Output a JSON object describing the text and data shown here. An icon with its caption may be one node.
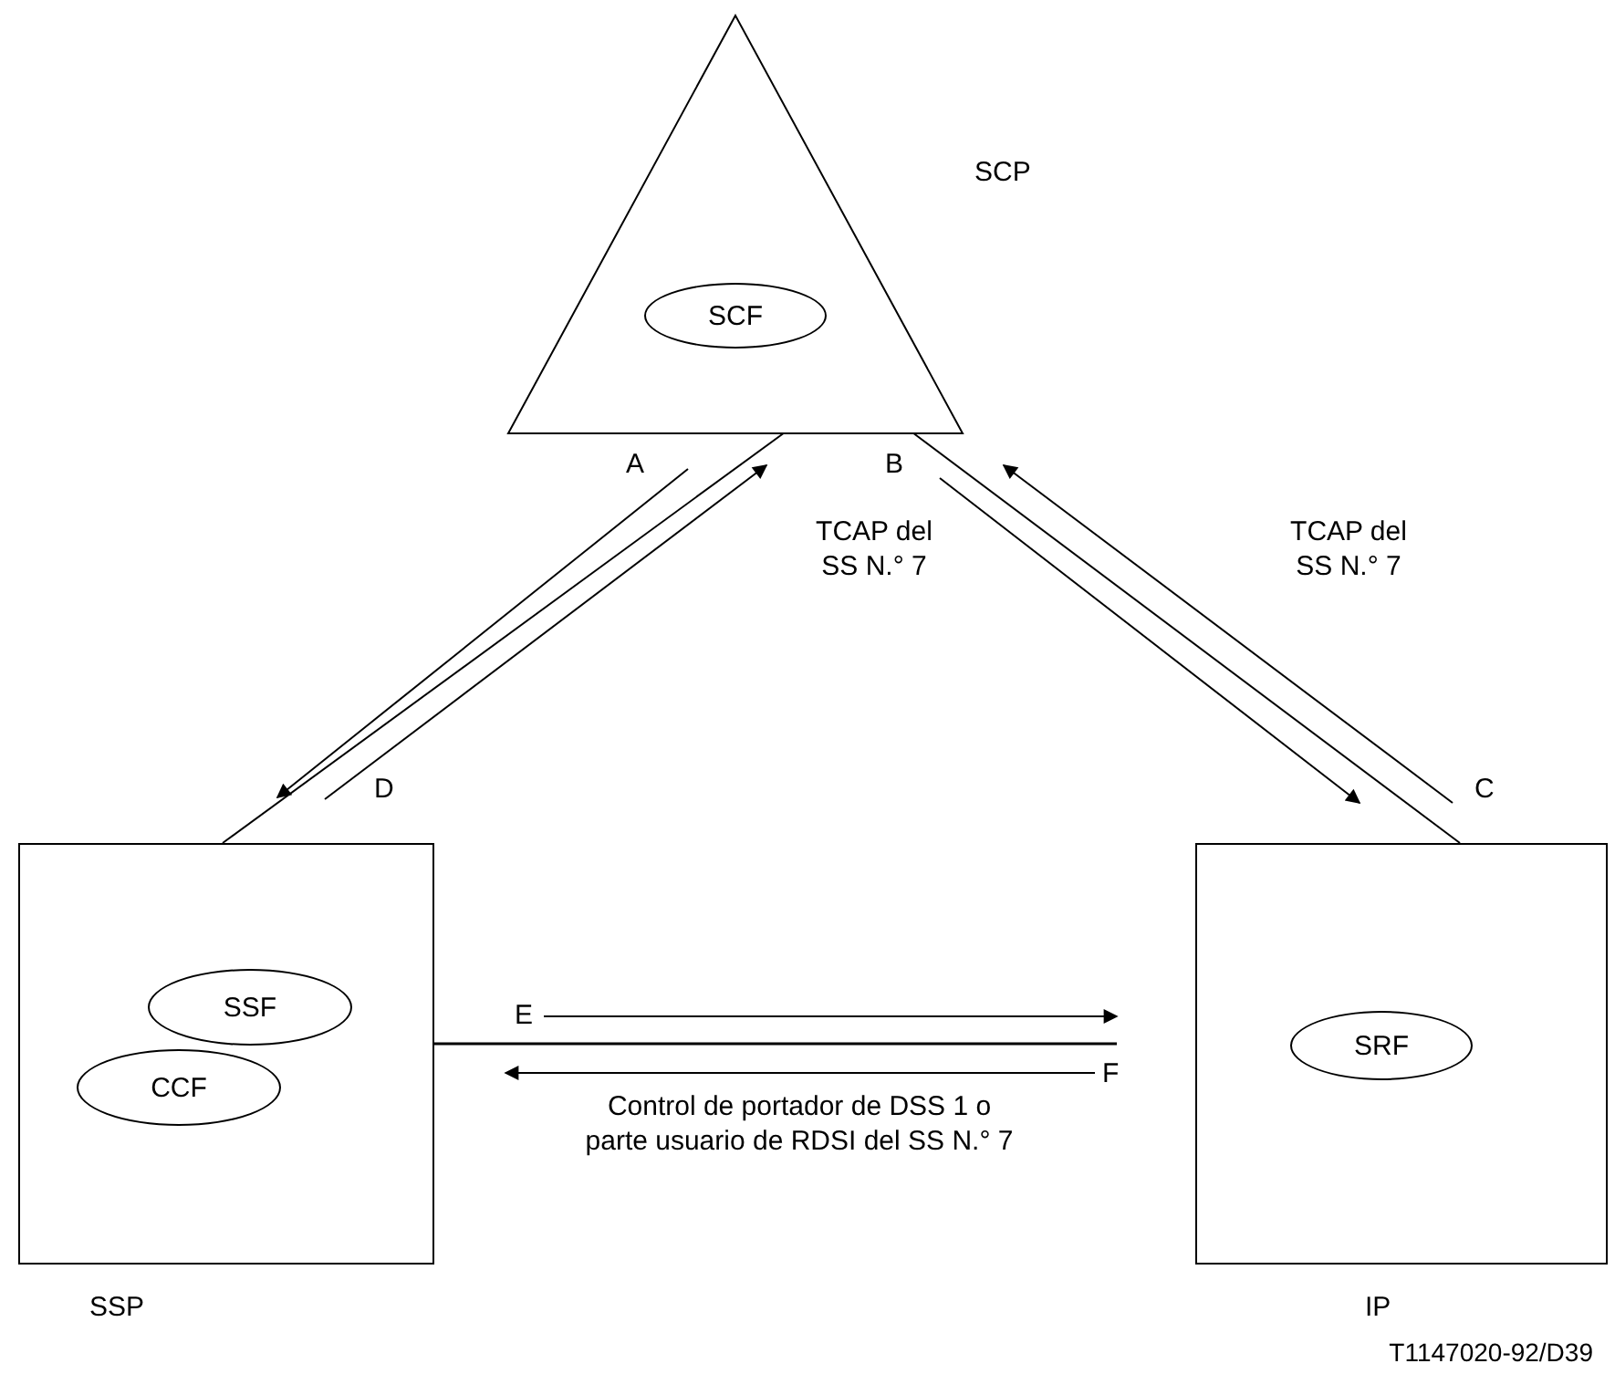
{
  "diagram": {
    "nodes": [
      {
        "text": [
          "SCP"
        ]
      },
      {
        "text": [
          "SCF"
        ],
        "in": 0
      },
      {
        "text": [
          "SSP"
        ]
      },
      {
        "text": [
          "SSF"
        ],
        "in": 2
      },
      {
        "text": [
          "CCF"
        ],
        "in": 2
      },
      {
        "text": [
          "IP"
        ]
      },
      {
        "text": [
          "SRF"
        ],
        "in": 5
      }
    ],
    "edges": [
      {
        "from": 0,
        "to": 2,
        "arrow": "none",
        "label": "TCAP del SS N.° 7"
      },
      {
        "from": 0,
        "to": 5,
        "arrow": "none",
        "label": "TCAP del SS N.° 7"
      },
      {
        "from": 2,
        "to": 5,
        "arrow": "none",
        "label": "Control de portador de DSS 1 o parte usuario de RDSI del SS N.° 7"
      }
    ],
    "labels": [
      "A",
      "B",
      "D",
      "C",
      "E",
      "F",
      "T1147020-92/D39"
    ]
  }
}
